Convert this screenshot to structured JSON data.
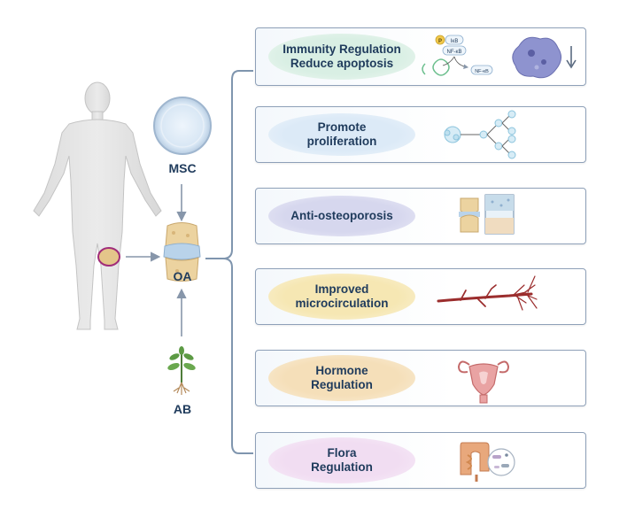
{
  "nodes": {
    "msc": "MSC",
    "oa": "OA",
    "ab": "AB"
  },
  "pathway_labels": {
    "ikb": "IκB",
    "nfkb_complex": "NF-κB",
    "nfkb_free": "NF-κB",
    "phospho": "P"
  },
  "effects": [
    {
      "label": "Immunity Regulation\nReduce apoptosis",
      "color": "#d9efe4"
    },
    {
      "label": "Promote\nproliferation",
      "color": "#dceaf7"
    },
    {
      "label": "Anti-osteoporosis",
      "color": "#d6d7ee"
    },
    {
      "label": "Improved\nmicrocirculation",
      "color": "#f6e7b3"
    },
    {
      "label": "Hormone\nRegulation",
      "color": "#f5dfb9"
    },
    {
      "label": "Flora\nRegulation",
      "color": "#f1ddf2"
    }
  ],
  "colors": {
    "panel_border": "#8ea0b8",
    "bracket": "#7f95ae",
    "text": "#1f3b5c"
  }
}
